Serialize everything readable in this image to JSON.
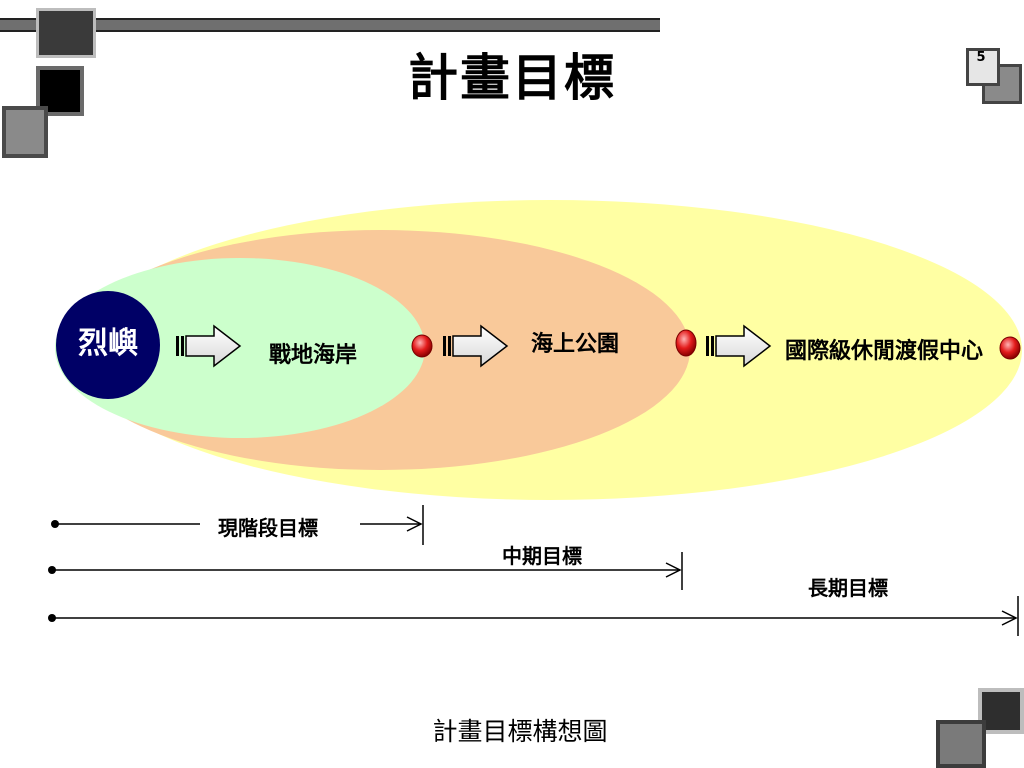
{
  "page": {
    "title": "計畫目標",
    "page_number": "5",
    "caption": "計畫目標構想圖"
  },
  "diagram": {
    "start": "烈嶼",
    "stages": [
      {
        "label": "戰地海岸"
      },
      {
        "label": "海上公園"
      },
      {
        "label": "國際級休閒渡假中心"
      }
    ],
    "timeline": [
      {
        "label": "現階段目標"
      },
      {
        "label": "中期目標"
      },
      {
        "label": "長期目標"
      }
    ],
    "colors": {
      "outer": "#ffff99",
      "middle": "#f9c99a",
      "inner": "#ccffcc",
      "start": "#000066",
      "node": "#e31b1b"
    }
  }
}
